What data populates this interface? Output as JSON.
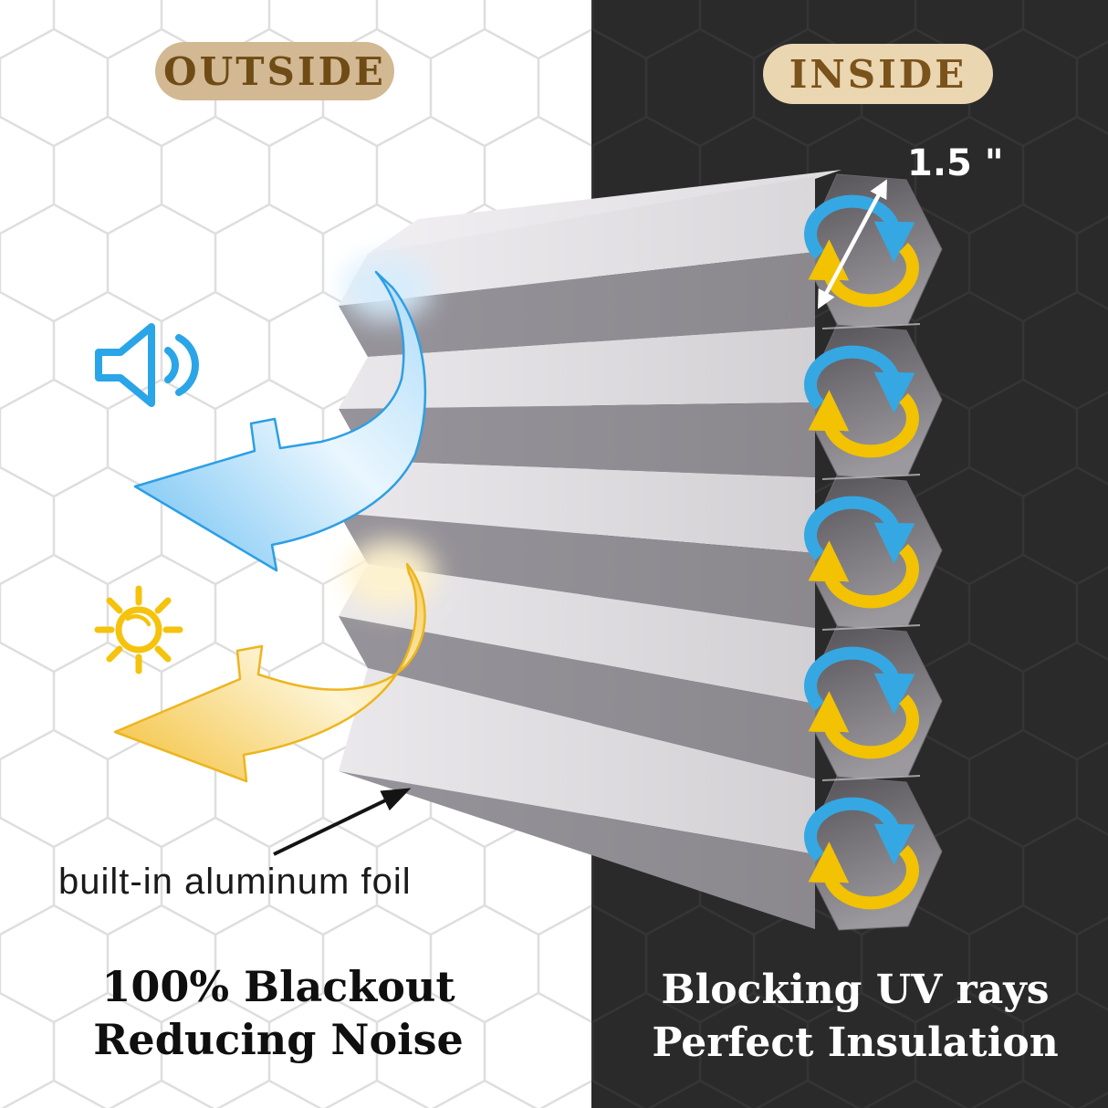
{
  "badges": {
    "outside": "OUTSIDE",
    "inside": "INSIDE"
  },
  "measurement": {
    "cell_width": "1.5 \""
  },
  "annotations": {
    "foil": "built-in aluminum foil"
  },
  "captions": {
    "outside": {
      "line1": "100% Blackout",
      "line2": "Reducing Noise"
    },
    "inside": {
      "line1": "Blocking UV rays",
      "line2": "Perfect Insulation"
    }
  },
  "colors": {
    "sound_blue": "#2aa5e8",
    "sun_yellow": "#f5c30d",
    "circulation_blue": "#35a8e3",
    "circulation_yellow": "#f2c203",
    "badge_outside_bg": "#d2b893",
    "badge_inside_bg": "#ead6b0",
    "badge_text_brown": "#6f4c15",
    "dark_panel": "#2a2a2a",
    "pleat_light": "#dcdade",
    "pleat_dark": "#918e92"
  }
}
